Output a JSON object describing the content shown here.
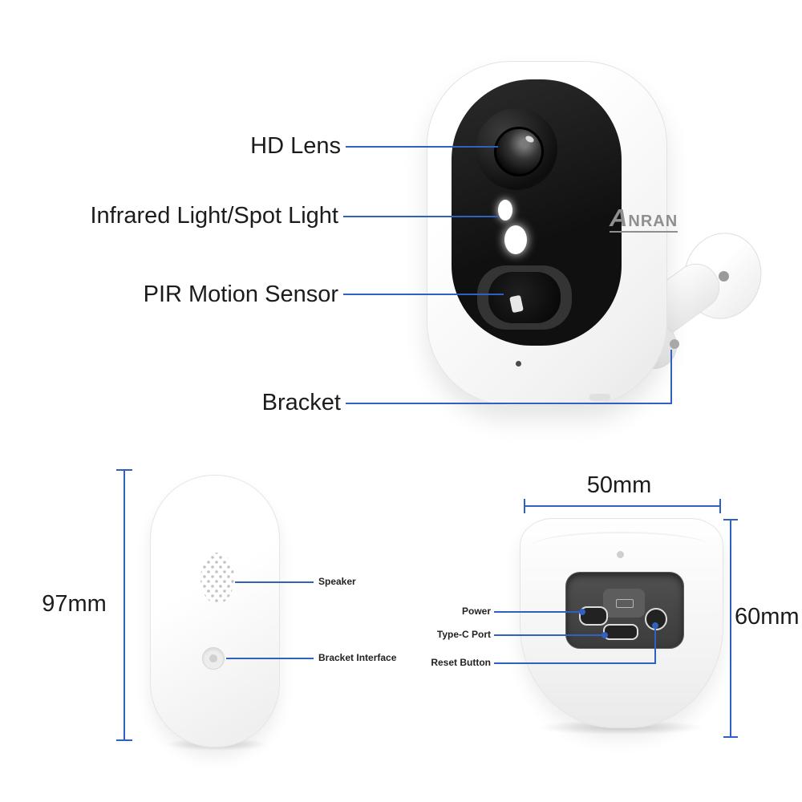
{
  "brand": {
    "logo_a": "A",
    "logo_rest": "NRAN"
  },
  "callouts": {
    "hd_lens": "HD Lens",
    "infrared_spot": "Infrared Light/Spot Light",
    "pir_sensor": "PIR Motion Sensor",
    "bracket": "Bracket"
  },
  "side_view": {
    "height_dim": "97mm",
    "speaker": "Speaker",
    "bracket_interface": "Bracket Interface"
  },
  "bottom_view": {
    "width_dim": "50mm",
    "depth_dim": "60mm",
    "power": "Power",
    "type_c": "Type-C Port",
    "reset": "Reset Button"
  },
  "colors": {
    "leader_line": "#3060c0",
    "label_text": "#1c1c1c",
    "brand_gray": "#8f8f8f",
    "camera_panel": "#141414"
  }
}
